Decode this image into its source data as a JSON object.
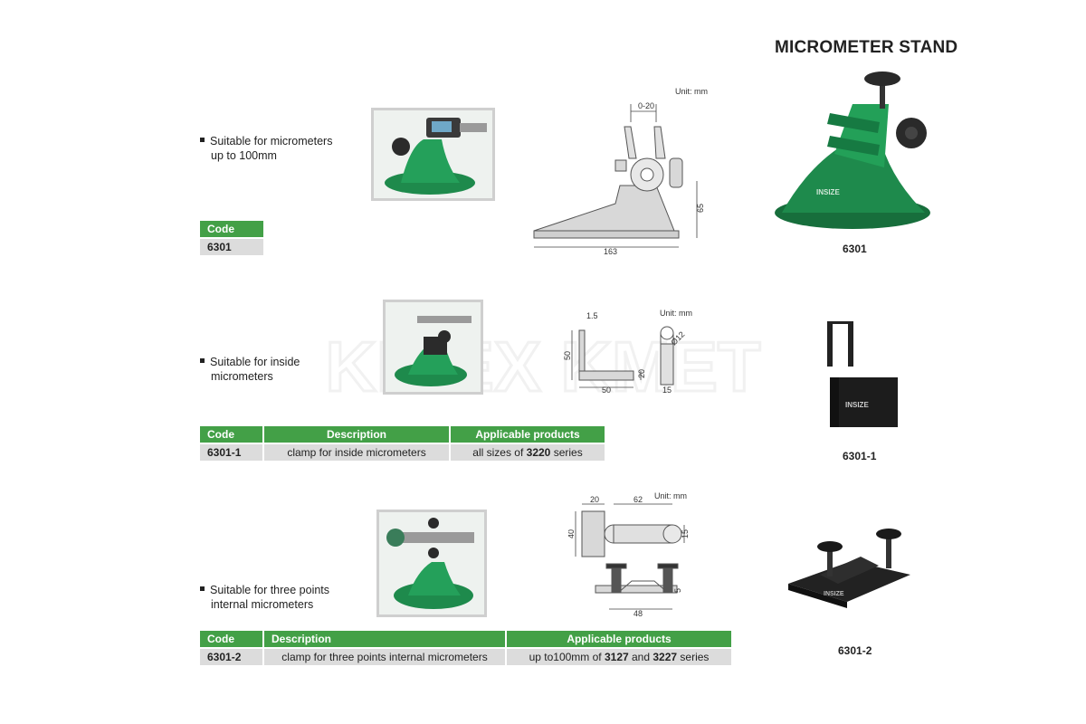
{
  "title": "MICROMETER STAND",
  "unit_label": "Unit: mm",
  "watermark": "KINEX KMET",
  "section1": {
    "bullet_line1": "Suitable for micrometers",
    "bullet_line2": "up to 100mm",
    "code_header": "Code",
    "code_value": "6301",
    "product_label": "6301",
    "dims": {
      "top": "0-20",
      "height": "65",
      "length": "163"
    }
  },
  "section2": {
    "bullet_line1": "Suitable for inside",
    "bullet_line2": "micrometers",
    "table": {
      "headers": [
        "Code",
        "Description",
        "Applicable products"
      ],
      "code": "6301-1",
      "description": "clamp for inside micrometers",
      "applicable_prefix": "all sizes of ",
      "applicable_bold": "3220",
      "applicable_suffix": " series"
    },
    "product_label": "6301-1",
    "dims": {
      "thick": "1.5",
      "h": "50",
      "w": "50",
      "base": "20",
      "depth": "15",
      "dia": "Ø12"
    }
  },
  "section3": {
    "bullet_line1": "Suitable for three points",
    "bullet_line2": "internal micrometers",
    "table": {
      "headers": [
        "Code",
        "Description",
        "Applicable products"
      ],
      "code": "6301-2",
      "description": "clamp for three points internal micrometers",
      "applicable_prefix": "up to100mm of ",
      "applicable_bold1": "3127",
      "applicable_mid": " and ",
      "applicable_bold2": "3227",
      "applicable_suffix": " series"
    },
    "product_label": "6301-2",
    "dims": {
      "a": "20",
      "b": "62",
      "h": "40",
      "d": "15",
      "w": "48",
      "s": "5"
    }
  },
  "colors": {
    "accent_green": "#43a047",
    "body_green": "#1e8a4c",
    "gray_cell": "#dcdcdc"
  }
}
